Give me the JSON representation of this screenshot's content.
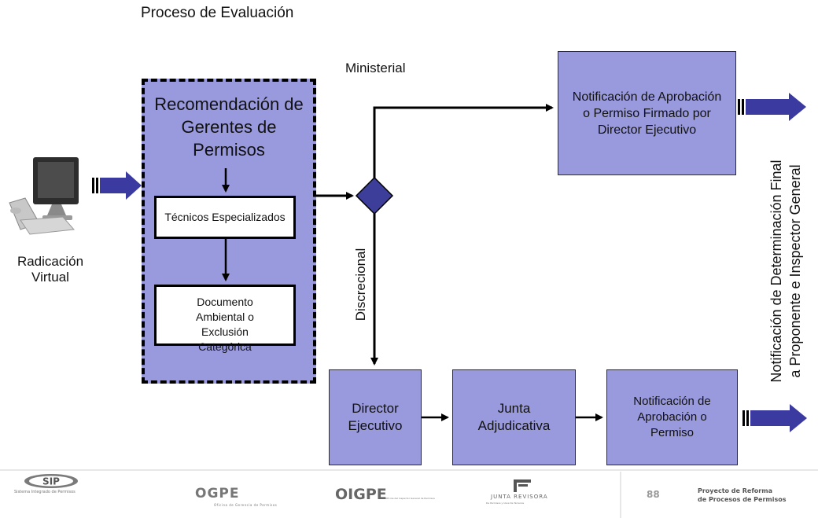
{
  "title": "Proceso de Evaluación",
  "radicacion": "Radicación\nVirtual",
  "recomendacion": "Recomendación de Gerentes de Permisos",
  "tecnicos": "Técnicos Especializados",
  "documento": "Documento Ambiental o Exclusión Categórica",
  "ministerial": "Ministerial",
  "discrecional": "Discrecional",
  "notif_ministerial": "Notificación de Aprobación o Permiso Firmado por Director Ejecutivo",
  "director": "Director Ejecutivo",
  "junta": "Junta Adjudicativa",
  "notif_discrecional": "Notificación de Aprobación o Permiso",
  "notif_final": "Notificación de Determinación Final\na Proponente e Inspector General",
  "footer": {
    "sip": "SIP",
    "sip_caption": "Sistema Integrado de Permisos",
    "ogpe": "OGPE",
    "ogpe_caption": "Oficina de Gerencia de Permisos",
    "oigpe": "OIGPE",
    "oigpe_caption": "Oficina del Inspector General de Permisos",
    "junta_revisora": "JUNTA REVISORA",
    "junta_revisora_caption": "De Permisos y Usos De Terrenos",
    "page": "88",
    "proyecto": "Proyecto de Reforma\nde Procesos de Permisos"
  },
  "colors": {
    "box_fill": "#9999dd",
    "arrow": "#3a3aa0",
    "diamond": "#3d3d9a"
  }
}
